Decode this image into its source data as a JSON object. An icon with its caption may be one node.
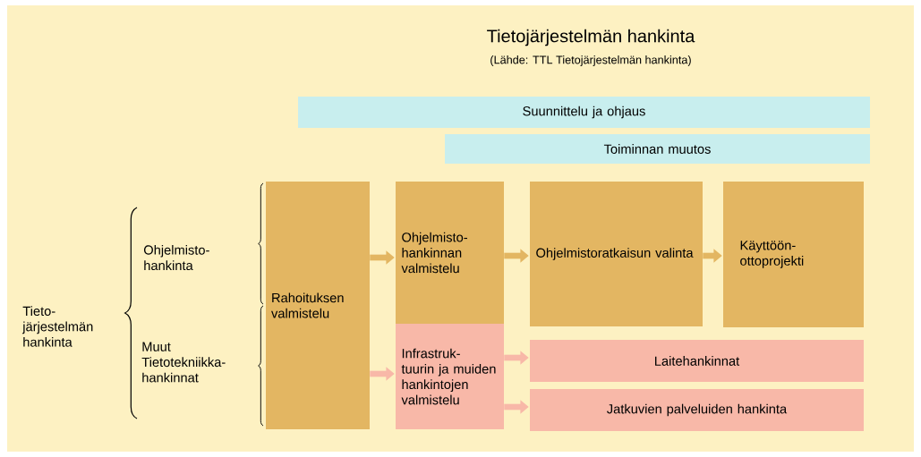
{
  "diagram": {
    "title": "Tietojärjestelmän hankinta",
    "caption": "(Lähde: TTL Tietojärjestelmän hankinta)",
    "nodes": [
      {
        "text": [
          "Suunnittelu ja ohjaus"
        ]
      },
      {
        "text": [
          "Toiminnan muutos"
        ]
      },
      {
        "text": [
          "Rahoituksen valmistelu"
        ]
      },
      {
        "text": [
          "Ohjelmisto- hankinnan valmistelu"
        ]
      },
      {
        "text": [
          "Ohjelmistoratkaisun valinta"
        ]
      },
      {
        "text": [
          "Käyttöön- ottoprojekti"
        ]
      },
      {
        "text": [
          "Infrastruk- tuurin ja muiden hankintojen valmistelu"
        ]
      },
      {
        "text": [
          "Laitehankinnat"
        ]
      },
      {
        "text": [
          "Jatkuvien palveluiden hankinta"
        ]
      }
    ],
    "edges": [
      {
        "from": 2,
        "to": 3,
        "arrow": "to",
        "color": "#e3b662"
      },
      {
        "from": 2,
        "to": 6,
        "arrow": "to",
        "color": "#f8b8a8"
      },
      {
        "from": 3,
        "to": 4,
        "arrow": "to",
        "color": "#e3b662"
      },
      {
        "from": 4,
        "to": 5,
        "arrow": "to",
        "color": "#e3b662"
      },
      {
        "from": 6,
        "to": 7,
        "arrow": "to",
        "color": "#f8b8a8"
      },
      {
        "from": 6,
        "to": 8,
        "arrow": "to",
        "color": "#f8b8a8"
      }
    ],
    "labels": [
      "Tieto- järjestelmän hankinta",
      "Ohjelmisto- hankinta",
      "Muut Tietotekniikka- hankinnat"
    ]
  }
}
